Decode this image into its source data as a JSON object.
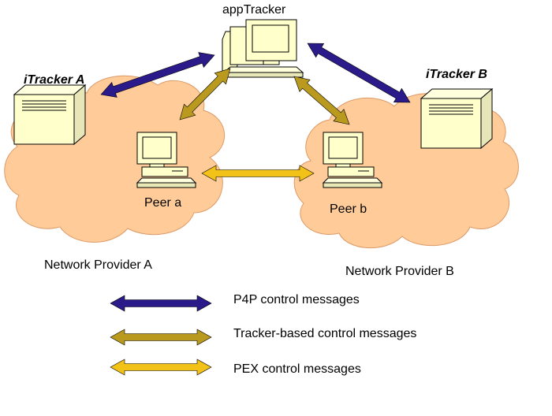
{
  "nodes": {
    "app_tracker": "appTracker",
    "itracker_a": "iTracker A",
    "itracker_b": "iTracker B",
    "peer_a": "Peer a",
    "peer_b": "Peer b",
    "provider_a": "Network Provider  A",
    "provider_b": "Network Provider  B"
  },
  "legend": {
    "items": [
      {
        "label": "P4P control messages",
        "color": "#2a1a8a"
      },
      {
        "label": "Tracker-based control messages",
        "color": "#b99a1e"
      },
      {
        "label": "PEX control messages",
        "color": "#f2c218"
      }
    ]
  },
  "colors": {
    "cloud": "#ffcc99",
    "computer": "#ffffcc",
    "p4p_arrow": "#2a1a8a",
    "tracker_arrow": "#b99a1e",
    "pex_arrow": "#f2c218"
  }
}
